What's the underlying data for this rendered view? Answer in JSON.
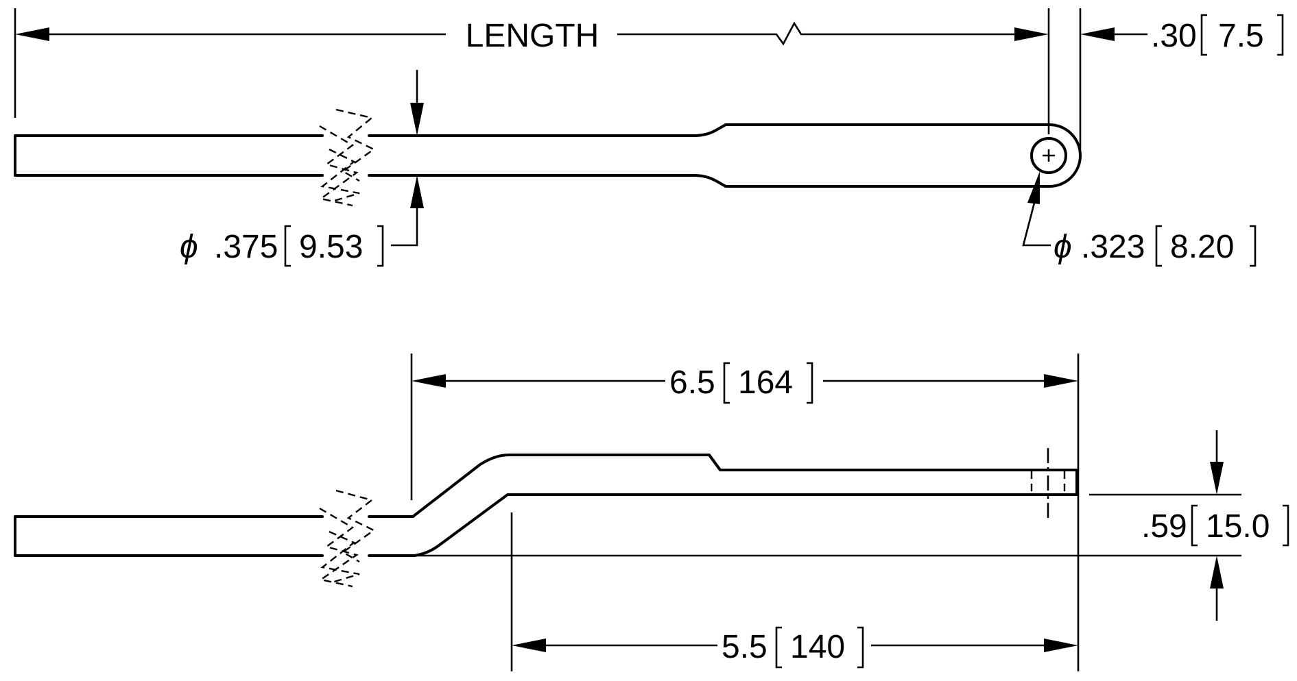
{
  "top_view": {
    "length_label": "LENGTH",
    "end_offset": {
      "value": ".30",
      "metric": "7.5"
    },
    "rod_diameter": {
      "symbol": "ϕ",
      "value": ".375",
      "metric": "9.53"
    },
    "hole_diameter": {
      "symbol": "ϕ",
      "value": ".323",
      "metric": "8.20"
    }
  },
  "side_view": {
    "offset_length": {
      "value": "6.5",
      "metric": "164"
    },
    "straight_length": {
      "value": "5.5",
      "metric": "140"
    },
    "offset_height": {
      "value": ".59",
      "metric": "15.0"
    }
  }
}
